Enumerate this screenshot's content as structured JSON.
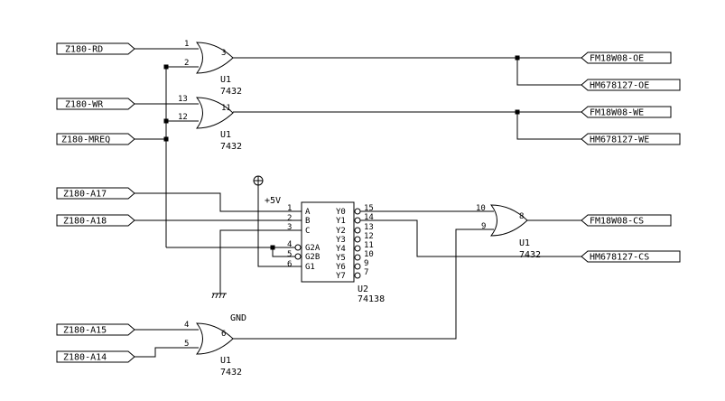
{
  "inputs": {
    "rd": "Z180-RD",
    "wr": "Z180-WR",
    "mreq": "Z180-MREQ",
    "a17": "Z180-A17",
    "a18": "Z180-A18",
    "a15": "Z180-A15",
    "a14": "Z180-A14"
  },
  "outputs": {
    "fm_oe": "FM18W08-OE",
    "hm_oe": "HM678127-OE",
    "fm_we": "FM18W08-WE",
    "hm_we": "HM678127-WE",
    "fm_cs": "FM18W08-CS",
    "hm_cs": "HM678127-CS"
  },
  "gates": {
    "g1": {
      "ref": "U1",
      "part": "7432",
      "in_a": "1",
      "in_b": "2",
      "out": "3"
    },
    "g2": {
      "ref": "U1",
      "part": "7432",
      "in_a": "13",
      "in_b": "12",
      "out": "11"
    },
    "g3": {
      "ref": "U1",
      "part": "7432",
      "in_a": "10",
      "in_b": "9",
      "out": "8"
    },
    "g4": {
      "ref": "U1",
      "part": "7432",
      "in_a": "4",
      "in_b": "5",
      "out": "6"
    }
  },
  "decoder": {
    "ref": "U2",
    "part": "74138",
    "inputs": [
      {
        "pin": "1",
        "name": "A"
      },
      {
        "pin": "2",
        "name": "B"
      },
      {
        "pin": "3",
        "name": "C"
      },
      {
        "pin": "4",
        "name": "G2A"
      },
      {
        "pin": "5",
        "name": "G2B"
      },
      {
        "pin": "6",
        "name": "G1"
      }
    ],
    "outputs": [
      {
        "pin": "15",
        "name": "Y0"
      },
      {
        "pin": "14",
        "name": "Y1"
      },
      {
        "pin": "13",
        "name": "Y2"
      },
      {
        "pin": "12",
        "name": "Y3"
      },
      {
        "pin": "11",
        "name": "Y4"
      },
      {
        "pin": "10",
        "name": "Y5"
      },
      {
        "pin": "9",
        "name": "Y6"
      },
      {
        "pin": "7",
        "name": "Y7"
      }
    ]
  },
  "power": {
    "vcc": "+5V",
    "gnd": "GND"
  }
}
